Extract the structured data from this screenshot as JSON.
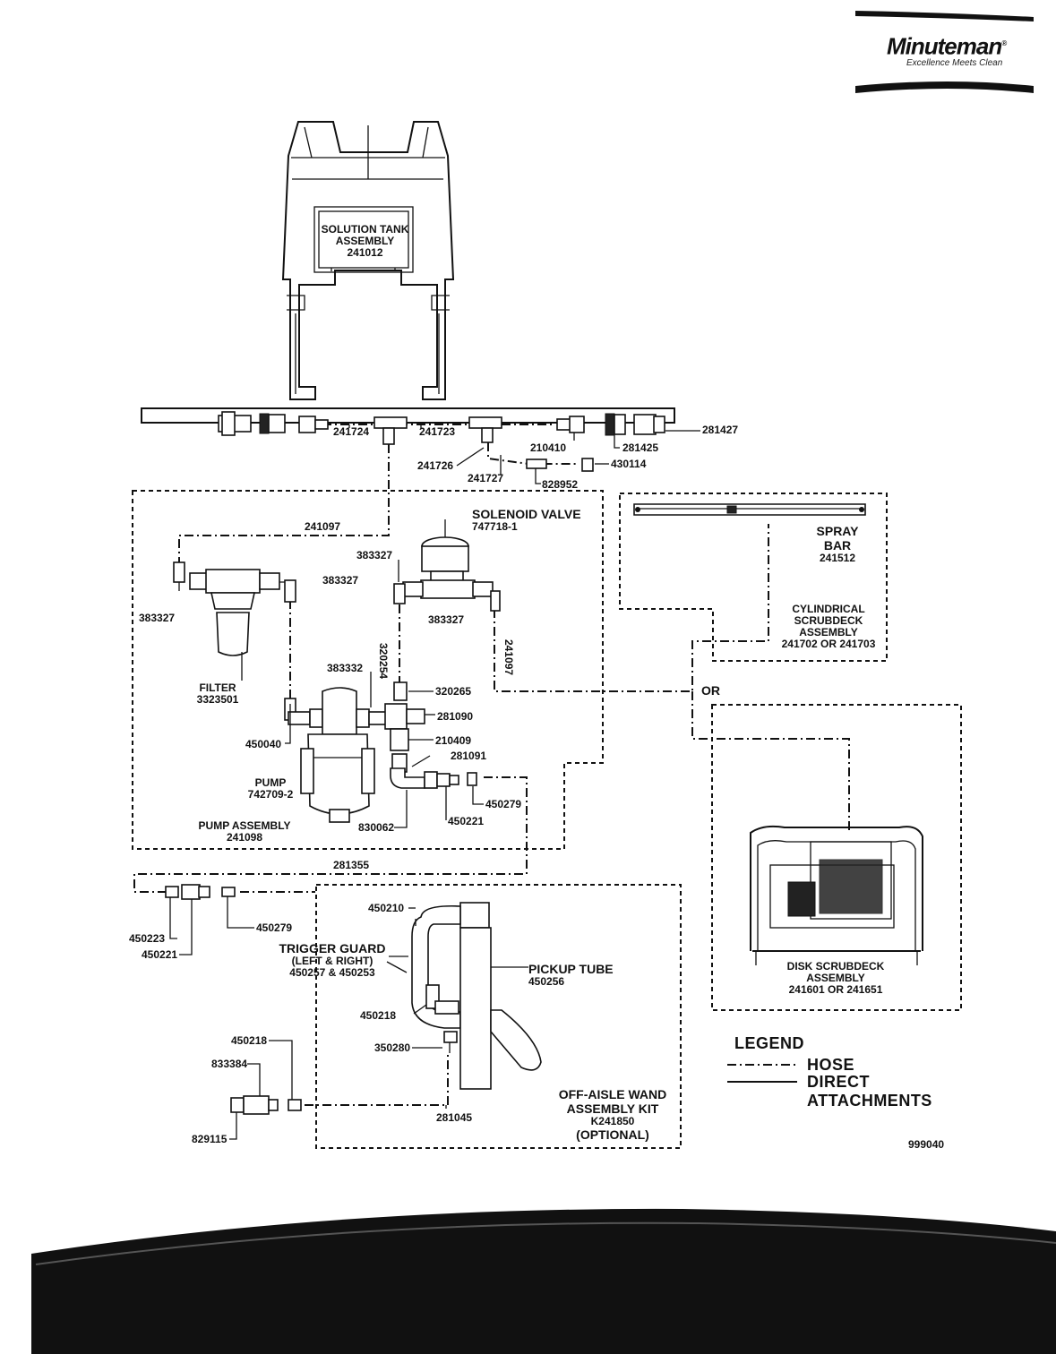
{
  "header": {
    "brand": "Minuteman",
    "registered_mark": "®",
    "tagline": "Excellence Meets Clean"
  },
  "labels": {
    "solution_tank": [
      "SOLUTION TANK",
      "ASSEMBLY",
      "241012"
    ],
    "p281427": "281427",
    "p281425": "281425",
    "p210410": "210410",
    "p241724": "241724",
    "p241723": "241723",
    "p430114": "430114",
    "p241726": "241726",
    "p241727": "241727",
    "p828952": "828952",
    "p241097_top": "241097",
    "solenoid_valve": [
      "SOLENOID VALVE",
      "747718-1"
    ],
    "p383327_a": "383327",
    "p383327_b": "383327",
    "p383327_c": "383327",
    "p383327_d": "383327",
    "p320254": "320254",
    "p241097_side": "241097",
    "p383332": "383332",
    "p320265": "320265",
    "p281090": "281090",
    "p210409": "210409",
    "p281091": "281091",
    "filter": [
      "FILTER",
      "3323501"
    ],
    "p450040": "450040",
    "pump": [
      "PUMP",
      "742709-2"
    ],
    "p830062": "830062",
    "p450221_a": "450221",
    "p450279_a": "450279",
    "pump_assembly": [
      "PUMP ASSEMBLY",
      "241098"
    ],
    "spray_bar": [
      "SPRAY",
      "BAR",
      "241512"
    ],
    "cylindrical": [
      "CYLINDRICAL",
      "SCRUBDECK",
      "ASSEMBLY",
      "241702 OR 241703"
    ],
    "or": "OR",
    "disk": [
      "DISK SCRUBDECK",
      "ASSEMBLY",
      "241601 OR 241651"
    ],
    "p281355": "281355",
    "p450223": "450223",
    "p450221_b": "450221",
    "p450279_b": "450279",
    "p450210": "450210",
    "trigger_guard": [
      "TRIGGER GUARD",
      "(LEFT & RIGHT)",
      "450257 & 450253"
    ],
    "pickup_tube": [
      "PICKUP TUBE",
      "450256"
    ],
    "p450218_a": "450218",
    "p350280": "350280",
    "p450218_b": "450218",
    "p833384": "833384",
    "p829115": "829115",
    "p281045": "281045",
    "wand_kit": [
      "OFF-AISLE WAND",
      "ASSEMBLY KIT",
      "K241850",
      "(OPTIONAL)"
    ],
    "legend_title": "LEGEND",
    "legend_hose": "HOSE",
    "legend_direct": [
      "DIRECT",
      "ATTACHMENTS"
    ],
    "drawing_no": "999040"
  }
}
